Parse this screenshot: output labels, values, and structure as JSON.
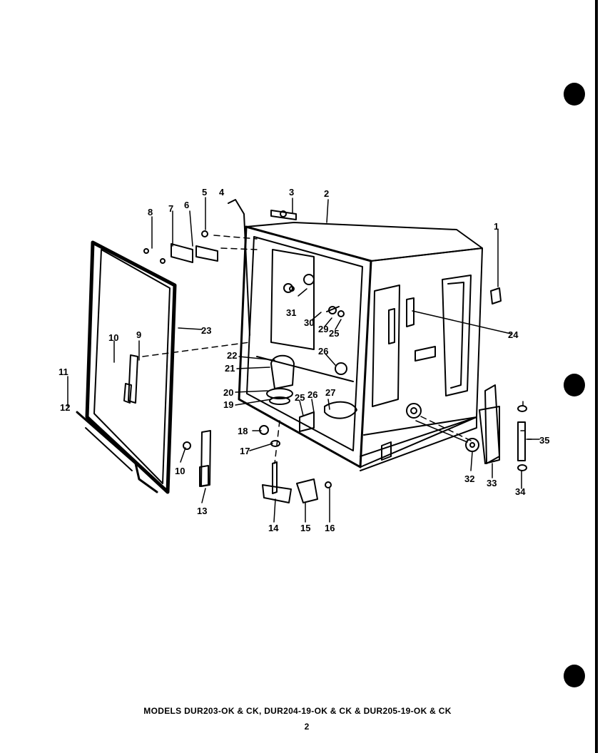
{
  "callouts": [
    {
      "id": "1",
      "text": "1"
    },
    {
      "id": "2",
      "text": "2"
    },
    {
      "id": "3",
      "text": "3"
    },
    {
      "id": "4",
      "text": "4"
    },
    {
      "id": "5",
      "text": "5"
    },
    {
      "id": "6",
      "text": "6"
    },
    {
      "id": "7",
      "text": "7"
    },
    {
      "id": "8",
      "text": "8"
    },
    {
      "id": "9",
      "text": "9"
    },
    {
      "id": "10a",
      "text": "10"
    },
    {
      "id": "10b",
      "text": "10"
    },
    {
      "id": "11",
      "text": "11"
    },
    {
      "id": "12",
      "text": "12"
    },
    {
      "id": "13",
      "text": "13"
    },
    {
      "id": "14",
      "text": "14"
    },
    {
      "id": "15",
      "text": "15"
    },
    {
      "id": "16",
      "text": "16"
    },
    {
      "id": "17",
      "text": "17"
    },
    {
      "id": "18",
      "text": "18"
    },
    {
      "id": "19",
      "text": "19"
    },
    {
      "id": "20",
      "text": "20"
    },
    {
      "id": "21",
      "text": "21"
    },
    {
      "id": "22",
      "text": "22"
    },
    {
      "id": "23",
      "text": "23"
    },
    {
      "id": "24",
      "text": "24"
    },
    {
      "id": "25a",
      "text": "25"
    },
    {
      "id": "25b",
      "text": "25"
    },
    {
      "id": "26a",
      "text": "26"
    },
    {
      "id": "26b",
      "text": "26"
    },
    {
      "id": "27",
      "text": "27"
    },
    {
      "id": "29",
      "text": "29"
    },
    {
      "id": "30",
      "text": "30"
    },
    {
      "id": "31",
      "text": "31"
    },
    {
      "id": "32",
      "text": "32"
    },
    {
      "id": "33",
      "text": "33"
    },
    {
      "id": "34",
      "text": "34"
    },
    {
      "id": "35",
      "text": "35"
    }
  ],
  "caption": "MODELS DUR203-OK & CK, DUR204-19-OK & CK & DUR205-19-OK & CK",
  "page_number": "2"
}
